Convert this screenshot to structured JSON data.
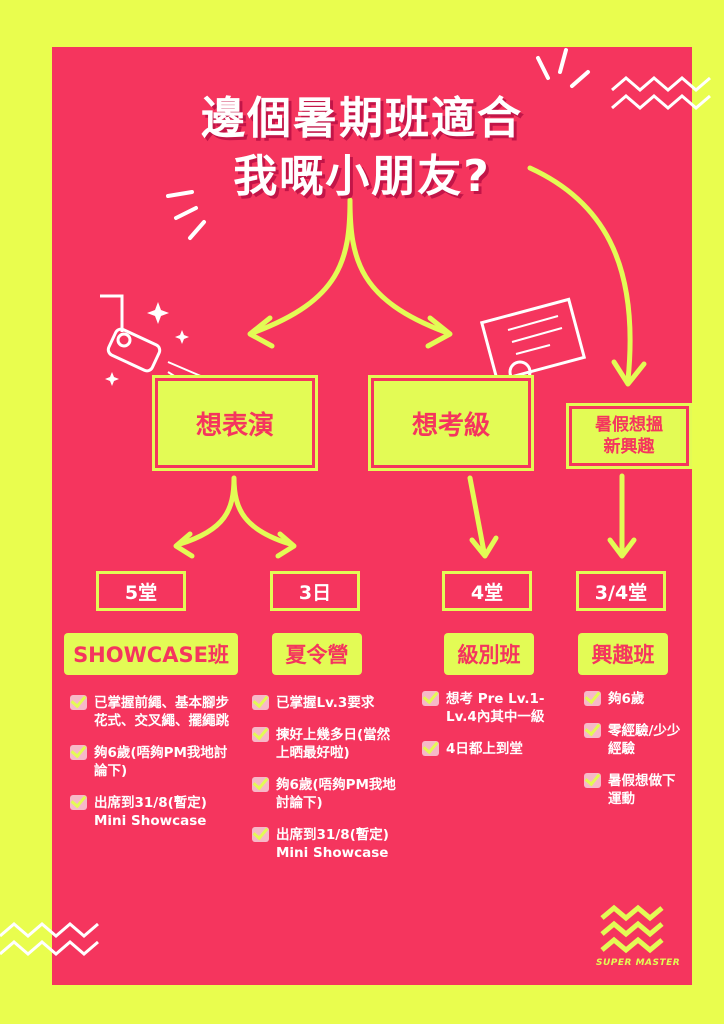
{
  "title": {
    "line1": "邊個暑期班適合",
    "line2": "我嘅小朋友?"
  },
  "branches": {
    "perform": "想表演",
    "exam": "想考級",
    "interest_line1": "暑假想搵",
    "interest_line2": "新興趣"
  },
  "classes": [
    {
      "count": "5堂",
      "name": "SHOWCASE班",
      "items": [
        "已掌握前繩、基本腳步花式、交叉繩、擺繩跳",
        "夠6歲(唔夠PM我地討論下)",
        "出席到31/8(暫定) Mini Showcase"
      ]
    },
    {
      "count": "3日",
      "name": "夏令營",
      "items": [
        "已掌握Lv.3要求",
        "揀好上幾多日(當然上晒最好啦)",
        "夠6歲(唔夠PM我地討論下)",
        "出席到31/8(暫定) Mini Showcase"
      ]
    },
    {
      "count": "4堂",
      "name": "級別班",
      "items": [
        "想考 Pre Lv.1-Lv.4內其中一級",
        "4日都上到堂"
      ]
    },
    {
      "count": "3/4堂",
      "name": "興趣班",
      "items": [
        "夠6歲",
        "零經驗/少少經驗",
        "暑假想做下運動"
      ]
    }
  ],
  "brand": {
    "logo_text": "SUPER MASTER"
  },
  "colors": {
    "background": "#e9fd4e",
    "panel": "#f5355e",
    "accent": "#e3fb55"
  },
  "icons": [
    "spotlight-icon",
    "certificate-icon",
    "check-icon",
    "sparkle-icon",
    "super-master-logo-icon"
  ]
}
